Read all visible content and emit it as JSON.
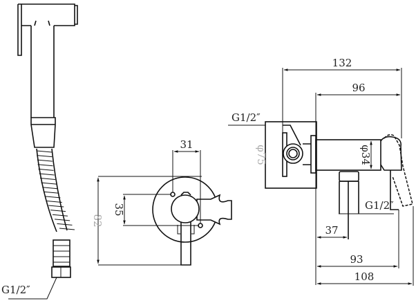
{
  "labels": {
    "thread_hose": "G1/2″",
    "thread_inlet": "G1/2″",
    "thread_outlet": "G1/2″"
  },
  "dimensions": {
    "total_height": "82",
    "valve_height": "35",
    "valve_offset": "31",
    "plate_diameter": "φ75",
    "body_diameter": "φ34",
    "overall_depth": "132",
    "body_depth": "96",
    "outlet_offset": "37",
    "depth_93": "93",
    "depth_108": "108"
  }
}
